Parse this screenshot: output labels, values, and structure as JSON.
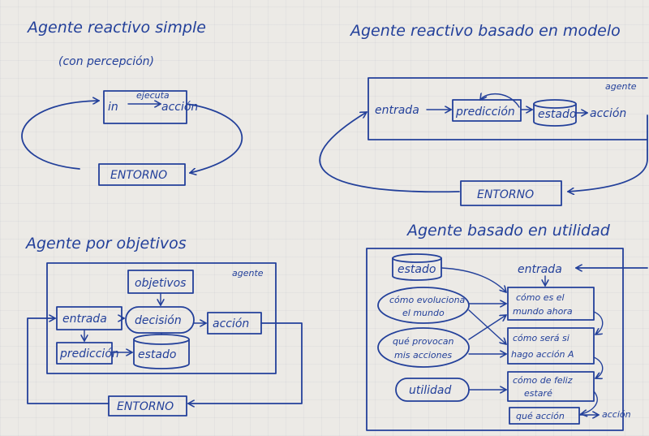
{
  "q1": {
    "title": "Agente reactivo simple",
    "subtitle": "(con percepción)",
    "in": "in",
    "ejecuta": "ejecuta",
    "accion": "acción",
    "entorno": "ENTORNO"
  },
  "q2": {
    "title": "Agente reactivo basado en modelo",
    "agente": "agente",
    "entrada": "entrada",
    "prediccion": "predicción",
    "estado": "estado",
    "accion": "acción",
    "entorno": "ENTORNO"
  },
  "q3": {
    "title": "Agente por objetivos",
    "agente": "agente",
    "objetivos": "objetivos",
    "entrada": "entrada",
    "decision": "decisión",
    "accion": "acción",
    "prediccion": "predicción",
    "estado": "estado",
    "entorno": "ENTORNO"
  },
  "q4": {
    "title": "Agente basado en utilidad",
    "estado": "estado",
    "entrada": "entrada",
    "como_evoluciona_1": "cómo evoluciona",
    "como_evoluciona_2": "el mundo",
    "que_provocan_1": "qué provocan",
    "que_provocan_2": "mis acciones",
    "utilidad": "utilidad",
    "como_es_1": "cómo es el",
    "como_es_2": "mundo ahora",
    "como_sera_1": "cómo será si",
    "como_sera_2": "hago acción A",
    "como_feliz_1": "cómo de feliz",
    "como_feliz_2": "estaré",
    "que_accion": "qué acción",
    "accion": "acción"
  },
  "colors": {
    "ink": "#23409a",
    "paper": "#eceae6"
  }
}
